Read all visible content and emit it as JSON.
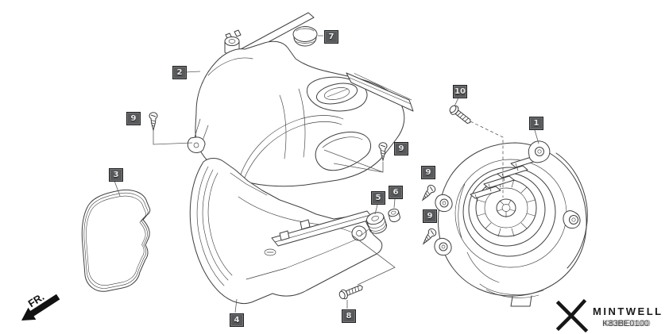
{
  "diagram": {
    "callouts": [
      {
        "id": "1",
        "label": "1"
      },
      {
        "id": "2",
        "label": "2"
      },
      {
        "id": "3",
        "label": "3"
      },
      {
        "id": "4",
        "label": "4"
      },
      {
        "id": "5",
        "label": "5"
      },
      {
        "id": "6",
        "label": "6"
      },
      {
        "id": "7",
        "label": "7"
      },
      {
        "id": "8",
        "label": "8"
      },
      {
        "id": "9a",
        "label": "9"
      },
      {
        "id": "9b",
        "label": "9"
      },
      {
        "id": "9c",
        "label": "9"
      },
      {
        "id": "9d",
        "label": "9"
      },
      {
        "id": "10",
        "label": "10"
      }
    ],
    "direction_label": "FR.",
    "part_code": "K83BE0100"
  },
  "branding": {
    "logo_text": "MINTWELL"
  },
  "colors": {
    "background": "#ffffff",
    "line_art": "#3f3f3f",
    "callout_fill": "#58595b",
    "callout_border": "#1f1f1f",
    "callout_text": "#e8e8e8",
    "cap_fill": "#c6c8ca",
    "watermark": "#1a1a1a"
  }
}
